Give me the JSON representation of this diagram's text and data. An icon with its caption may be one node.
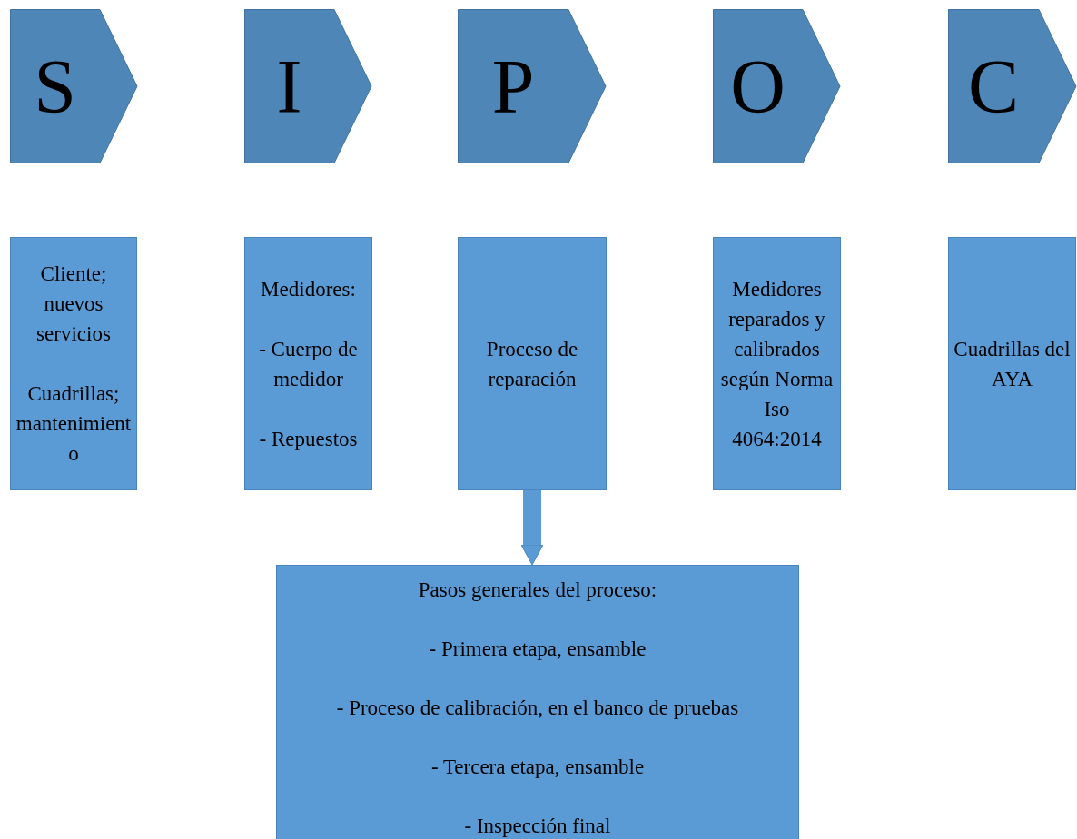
{
  "diagram": {
    "nodes": [
      {
        "text": [
          "S"
        ]
      },
      {
        "text": [
          "I"
        ]
      },
      {
        "text": [
          "P"
        ]
      },
      {
        "text": [
          "O"
        ]
      },
      {
        "text": [
          "C"
        ]
      },
      {
        "text": [
          "Cliente; nuevos servicios",
          "Cuadrillas; mantenimiento"
        ]
      },
      {
        "text": [
          "Medidores:",
          "- Cuerpo de medidor",
          "- Repuestos"
        ]
      },
      {
        "text": [
          "Proceso de reparación"
        ]
      },
      {
        "text": [
          "Medidores reparados y calibrados según Norma Iso 4064:2014"
        ]
      },
      {
        "text": [
          "Cuadrillas del AYA"
        ]
      },
      {
        "text": [
          "Pasos generales del proceso:",
          "- Primera etapa, ensamble",
          "- Proceso de calibración, en el banco de pruebas",
          "- Tercera etapa, ensamble",
          "- Inspección final"
        ]
      }
    ],
    "edges": [
      {
        "from": 7,
        "to": 10,
        "arrow": "to"
      }
    ]
  }
}
